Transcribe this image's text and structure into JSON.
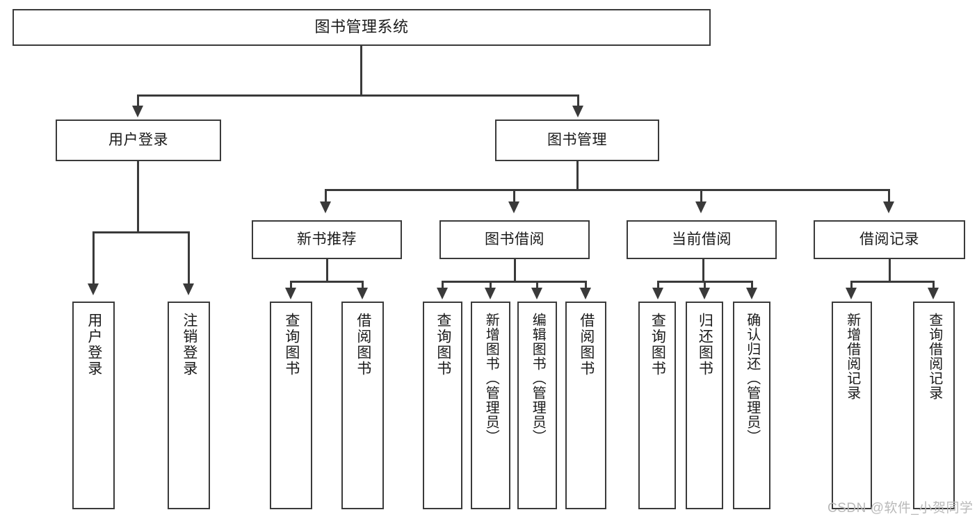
{
  "diagram": {
    "type": "tree",
    "title": "图书管理系统",
    "watermark": "CSDN @软件_小贺同学",
    "colors": {
      "stroke": "#3a3a3a",
      "fill": "#ffffff",
      "text": "#1a1a1a",
      "watermark": "#b9b9b9"
    },
    "levels": {
      "root": {
        "label": "图书管理系统"
      },
      "level2": [
        {
          "label": "用户登录"
        },
        {
          "label": "图书管理"
        }
      ],
      "level3": [
        {
          "label": "新书推荐"
        },
        {
          "label": "图书借阅"
        },
        {
          "label": "当前借阅"
        },
        {
          "label": "借阅记录"
        }
      ]
    },
    "groups": {
      "user_login_children": [
        {
          "label": "用户登录"
        },
        {
          "label": "注销登录"
        }
      ],
      "new_book_children": [
        {
          "label": "查询图书"
        },
        {
          "label": "借阅图书"
        }
      ],
      "book_borrow_children": [
        {
          "label": "查询图书"
        },
        {
          "label": "新增图书（管理员）"
        },
        {
          "label": "编辑图书（管理员）"
        },
        {
          "label": "借阅图书"
        }
      ],
      "current_borrow_children": [
        {
          "label": "查询图书"
        },
        {
          "label": "归还图书"
        },
        {
          "label": "确认归还（管理员）"
        }
      ],
      "borrow_record_children": [
        {
          "label": "新增借阅记录"
        },
        {
          "label": "查询借阅记录"
        }
      ]
    }
  }
}
